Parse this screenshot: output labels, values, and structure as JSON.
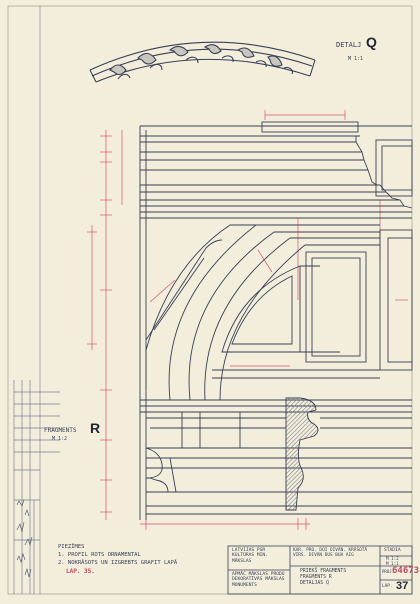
{
  "detail_q": {
    "label": "DETALJ",
    "letter": "Q",
    "scale": "M 1:1"
  },
  "fragment_r": {
    "label": "FRAGMENTS",
    "scale": "M 1:2",
    "letter": "R"
  },
  "notes": {
    "title": "PIEZĪMES",
    "line1": "1. PROFIL ROTS ORNAMENTAL",
    "line2": "2. NOKRĀSOTS UN IZGREBTS GRAFIT LAPĀ",
    "sheet_ref": "LAP. 35."
  },
  "title_block": {
    "org_left": "LATVIJAS PSR\nKULTŪRAS MIN.\nMĀKSLAS",
    "dept": "APMĀC MĀKSLAS PRODU\nDEKORATĪVĀS MĀKSLAS\nMONUMENTS",
    "project": "KAR. PRO. DOI DIVĀN. KRĀSOTĀ\nVIRS. DIVĀN DUS BUA AIG",
    "content": "PRIEKŠ FRAGMENTS\nFRAGMENTS R\nDETALJAS Q",
    "stage": "STADIA",
    "scale": "M 1:2\nM 1:1",
    "code_label": "PROJ.",
    "code": "64673",
    "sheet_label": "LAP.",
    "sheet": "37"
  },
  "colors": {
    "paper": "#f3eedc",
    "ink": "#3a3f55",
    "dimension": "#d7526c",
    "hatch": "#7d7f8a"
  }
}
